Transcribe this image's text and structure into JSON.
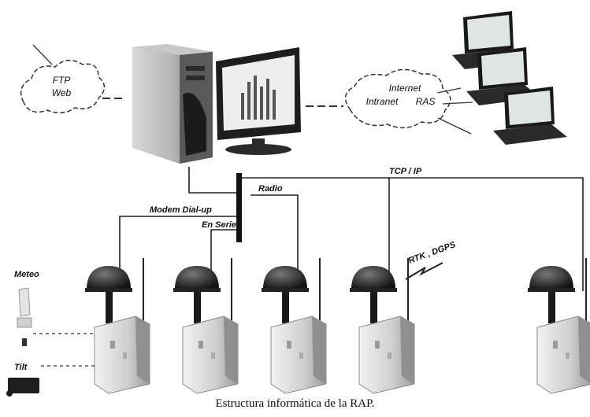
{
  "clouds": {
    "left": {
      "line1": "FTP",
      "line2": "Web"
    },
    "right": {
      "line1": "Internet",
      "line2": "Intranet",
      "line3": "RAS"
    }
  },
  "links": {
    "tcp_ip": "TCP / IP",
    "radio": "Radio",
    "modem": "Modem Dial-up",
    "serial": "En Serie",
    "rtk": "RTK , DGPS"
  },
  "sensors": {
    "meteo": "Meteo",
    "tilt": "Tilt"
  },
  "caption": "Estructura informática de la RAP."
}
